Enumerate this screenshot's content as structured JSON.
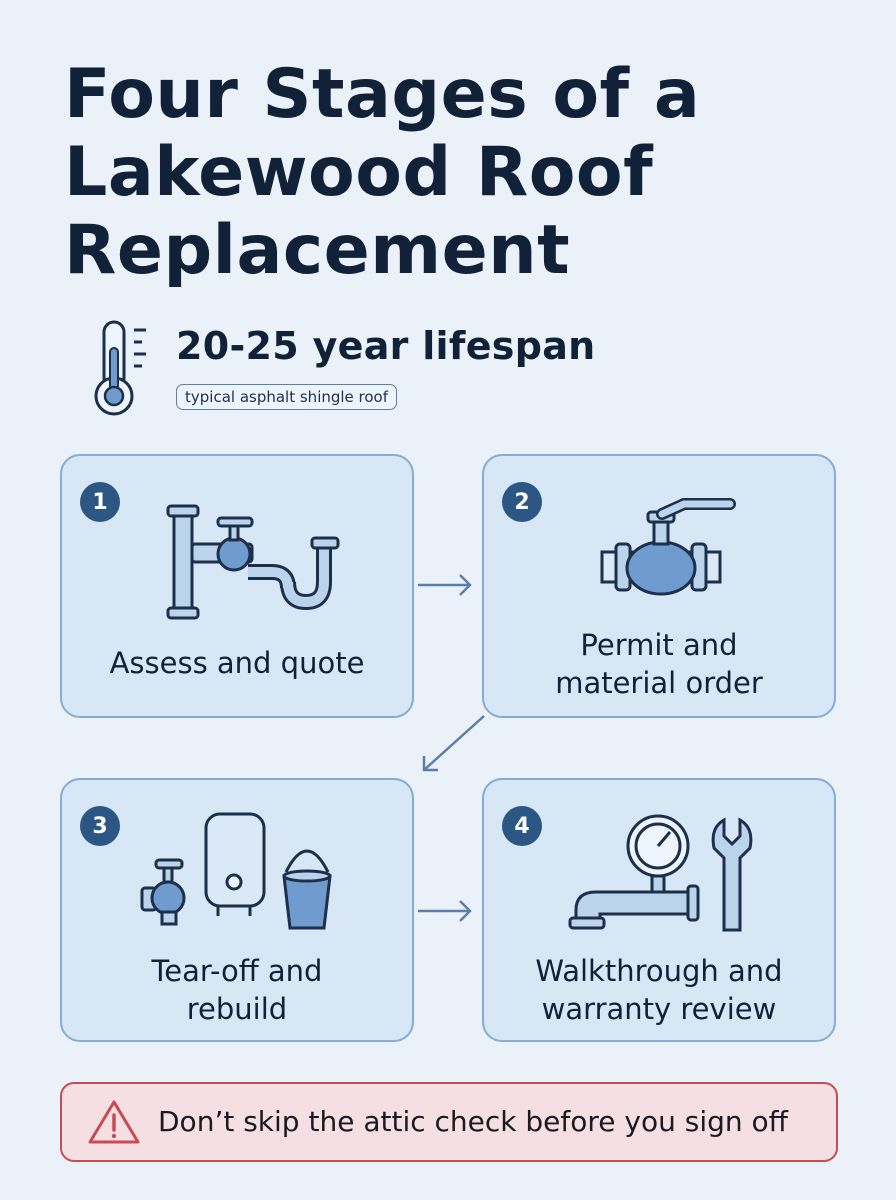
{
  "title": "Four Stages of a Lakewood Roof Replacement",
  "stat": {
    "value": "20-25 year lifespan",
    "note": "typical asphalt shingle roof",
    "icon": "thermometer-icon"
  },
  "stages": [
    {
      "number": "1",
      "label": "Assess and quote",
      "icon": "pipe-valve-icon"
    },
    {
      "number": "2",
      "label": "Permit and material order",
      "icon": "ball-valve-icon"
    },
    {
      "number": "3",
      "label": "Tear-off and rebuild",
      "icon": "water-heater-bucket-icon"
    },
    {
      "number": "4",
      "label": "Walkthrough and warranty review",
      "icon": "gauge-wrench-icon"
    }
  ],
  "warning": {
    "text": "Don’t skip the attic check before you sign off",
    "icon": "warning-triangle-icon"
  },
  "colors": {
    "background": "#eaf1f9",
    "card_fill": "#d8e7f6",
    "card_border": "#86acd3",
    "number_badge": "#2c5785",
    "warning_border": "#c84b50",
    "warning_fill": "#f6dfe2"
  }
}
